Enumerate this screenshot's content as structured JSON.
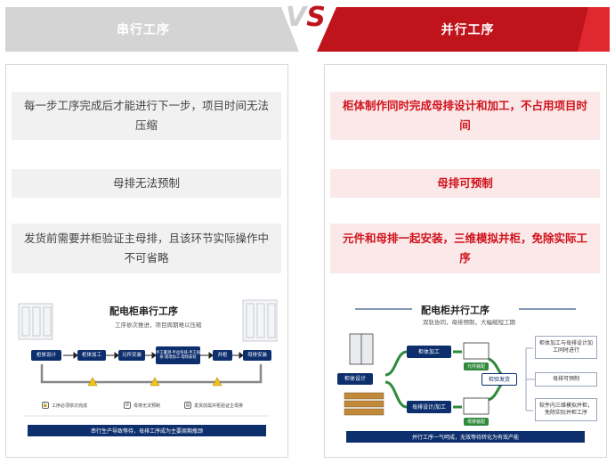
{
  "header": {
    "left_title": "串行工序",
    "right_title": "并行工序",
    "vs_v": "V",
    "vs_s": "S"
  },
  "left": {
    "points": [
      "每一步工序完成后才能进行下一步，项目时间无法压缩",
      "母排无法预制",
      "发货前需要并柜验证主母排，且该环节实际操作中不可省略"
    ],
    "diagram": {
      "title": "配电柜串行工序",
      "subtitle": "工序依次推进，项目周期难以压缩",
      "steps": [
        "柜体设计",
        "柜体加工",
        "元件安装",
        "手工量测·手动弯排·手工插排·现场加工·现场安装",
        "并柜",
        "母排安装"
      ],
      "warnings": [
        "工序必须依次完成",
        "母排无法预制",
        "发货前需并柜验证主母排"
      ],
      "footer": "串行生产导致等待，母排工序成为主要周期瓶颈"
    }
  },
  "right": {
    "points": [
      "柜体制作同时完成母排设计和加工，不占用项目时间",
      "母排可预制",
      "元件和母排一起安装，三维模拟并柜，免除实际工序"
    ],
    "diagram": {
      "title": "配电柜并行工序",
      "subtitle": "双轨协同，母排预制，大幅缩短工期",
      "nodes": {
        "start": "柜体设计",
        "top": "柜体加工",
        "bottom": "母排设计/加工",
        "center": "检验发货",
        "top_tag": "元件装配",
        "bottom_tag": "母排装配"
      },
      "benefits": [
        "柜体加工与母排设计加工同时进行",
        "母排可预制",
        "软件内三维模拟并柜，免除实际并柜工序"
      ],
      "footer": "并行工序一气呵成，无效等待转化为有效产能"
    }
  },
  "colors": {
    "accent_red": "#c0141c",
    "gray_banner": "#d4d4d4",
    "navy": "#0d2f6e",
    "green": "#2f8a3c"
  }
}
